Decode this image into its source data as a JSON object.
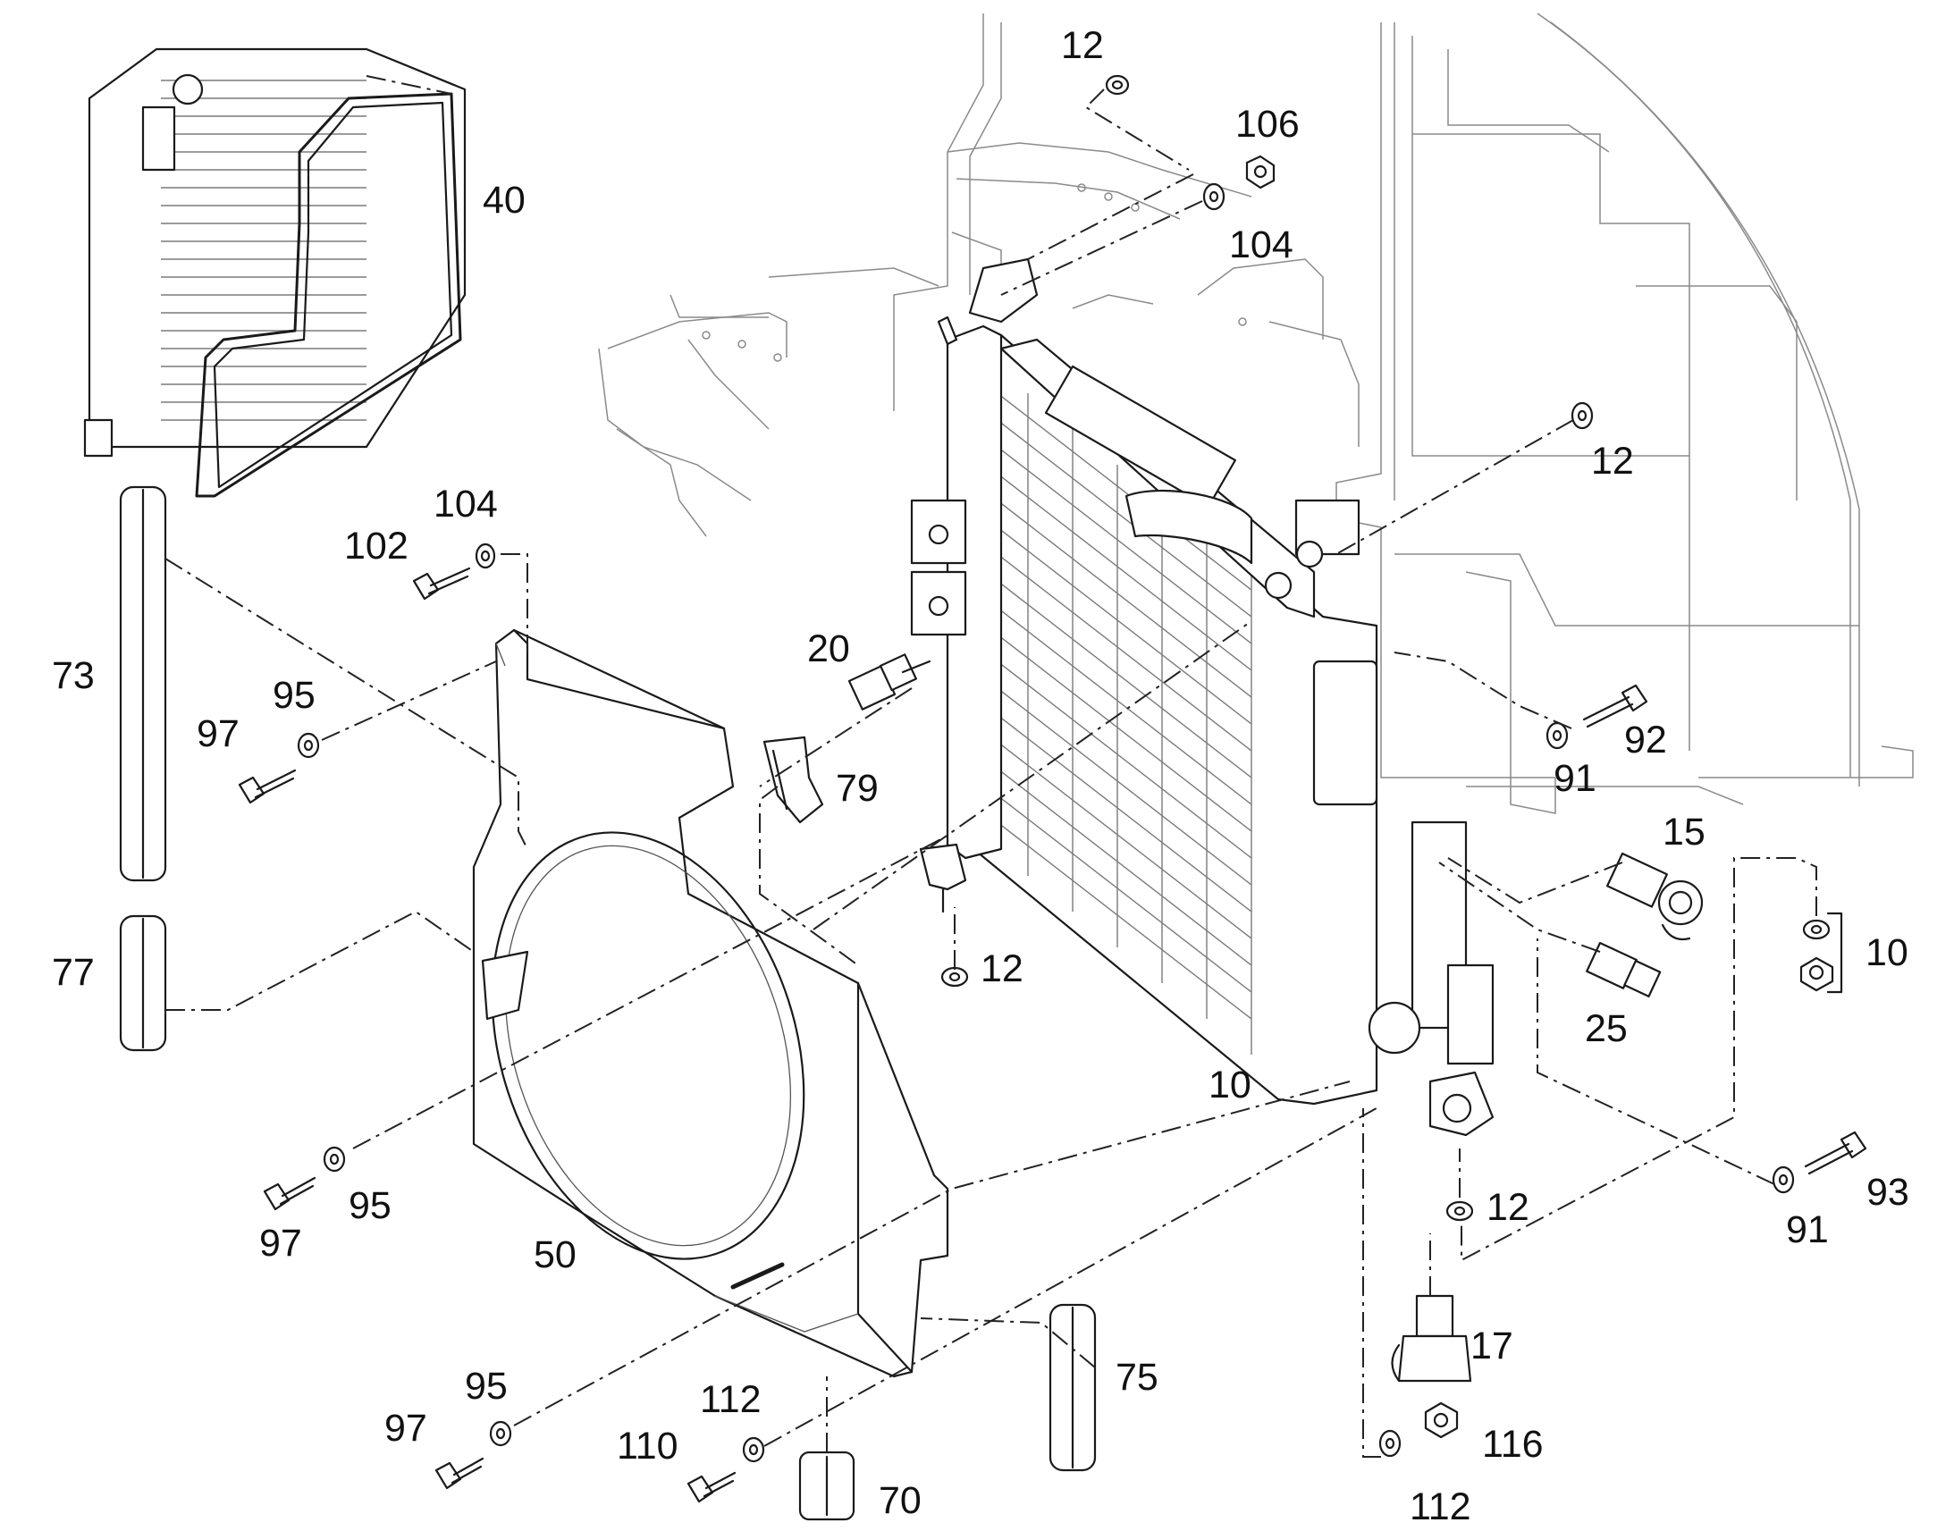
{
  "diagram": {
    "callouts": {
      "c12_top": "12",
      "c106": "106",
      "c40": "40",
      "c104_top": "104",
      "c104_left": "104",
      "c102": "102",
      "c12_right": "12",
      "c73": "73",
      "c95_upper": "95",
      "c97_upper": "97",
      "c20": "20",
      "c79": "79",
      "c92": "92",
      "c91_upper": "91",
      "c15": "15",
      "c77": "77",
      "c12_mid": "12",
      "c10_right": "10",
      "c25": "25",
      "c10_center": "10",
      "c97_mid": "97",
      "c95_mid": "95",
      "c50": "50",
      "c12_low": "12",
      "c93": "93",
      "c91_lower": "91",
      "c17": "17",
      "c75": "75",
      "c95_low": "95",
      "c97_low": "97",
      "c112_mid": "112",
      "c110": "110",
      "c116": "116",
      "c70": "70",
      "c112_low": "112"
    },
    "colors": {
      "line": "#1a1a1a",
      "frame": "#8a8a8a",
      "background": "#ffffff"
    }
  }
}
